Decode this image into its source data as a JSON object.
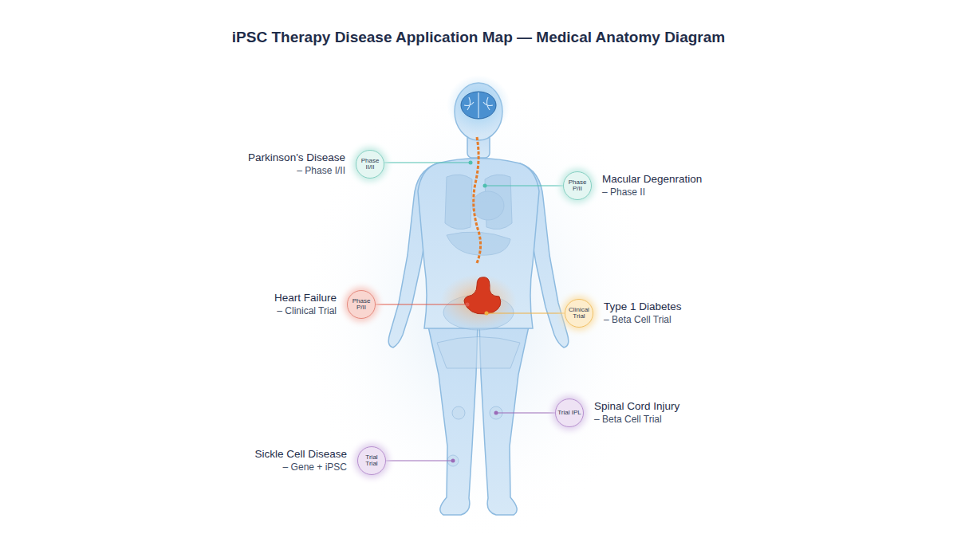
{
  "diagram": {
    "title": "iPSC Therapy Disease Application Map — Medical Anatomy Diagram",
    "nodes": [
      {
        "text": [
          "Phase II/II",
          "Parkinson's Disease",
          "– Phase I/II"
        ]
      },
      {
        "text": [
          "Phase P/II",
          "Macular Degenration",
          "– Phase II"
        ]
      },
      {
        "text": [
          "Phase P/II",
          "Heart Failure",
          "– Clinical Trial"
        ]
      },
      {
        "text": [
          "Clinical Trial",
          "Type 1 Diabetes",
          "– Beta Cell Trial"
        ]
      },
      {
        "text": [
          "Trial IPL",
          "Spinal Cord Injury",
          "– Beta Cell Trial"
        ]
      },
      {
        "text": [
          "Trial Trial",
          "Sickle Cell Disease",
          "– Gene + iPSC"
        ]
      }
    ]
  }
}
